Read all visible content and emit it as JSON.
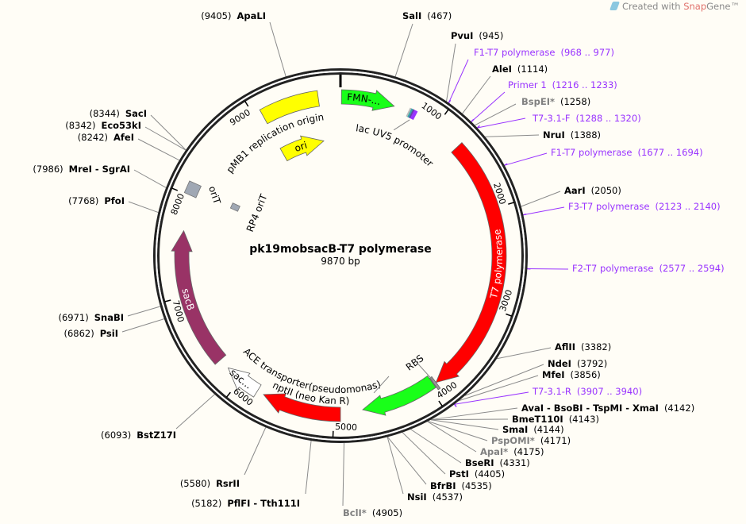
{
  "watermark": {
    "prefix": "Created with ",
    "brand_snap": "Snap",
    "brand_gene": "Gene",
    "tm": "™",
    "icon": "snapgene-logo-icon"
  },
  "plasmid": {
    "name": "pk19mobsacB-T7 polymerase",
    "length": "9870 bp",
    "total_bp": 9870
  },
  "ticks": [
    "1000",
    "2000",
    "3000",
    "4000",
    "5000",
    "6000",
    "7000",
    "8000",
    "9000"
  ],
  "colors": {
    "enzyme": "#000000",
    "enzyme_nonunique": "#808080",
    "primer": "#9933ff",
    "ring": "#222222"
  },
  "features": [
    {
      "label": "FMN-...",
      "start": 10,
      "end": 543,
      "direction": "forward",
      "color": "#19ff19",
      "text_color": "#000000"
    },
    {
      "label": "lac UV5 promoter",
      "start": 700,
      "end": 780,
      "direction": "none",
      "color": "#9933cc",
      "text_color": "#000000"
    },
    {
      "label": "T7 polymerase",
      "start": 1290,
      "end": 3920,
      "direction": "forward",
      "color": "#ff0000",
      "text_color": "#ffffff"
    },
    {
      "label": "RBS",
      "start": 3920,
      "end": 3945,
      "direction": "none",
      "color": "#999999",
      "text_color": "#000000"
    },
    {
      "label": "ACE transporter(pseudomonas)",
      "start": 3950,
      "end": 4710,
      "direction": "forward",
      "color": "#19ff19",
      "text_color": "#000000"
    },
    {
      "label": "nptII (neo Kan R)",
      "start": 4935,
      "end": 5730,
      "direction": "forward",
      "color": "#ff0000",
      "text_color": "#000000"
    },
    {
      "label": "sac...",
      "start": 5800,
      "end": 6170,
      "direction": "forward",
      "color": "#ffffff",
      "text_color": "#000000"
    },
    {
      "label": "sacB",
      "start": 6280,
      "end": 7650,
      "direction": "forward",
      "color": "#993366",
      "text_color": "#ffffff"
    },
    {
      "label": "oriT",
      "start": 8030,
      "end": 8100,
      "direction": "none",
      "color": "#a0a8b4",
      "text_color": "#000000"
    },
    {
      "label": "RP4 oriT",
      "start": 8050,
      "end": 8110,
      "direction": "none",
      "color": "#a0a8b4",
      "text_color": "#000000"
    },
    {
      "label": "pMB1 replication origin",
      "start": 9075,
      "end": 9650,
      "direction": "none",
      "color": "#ffff00",
      "text_color": "#000000"
    },
    {
      "label": "ori",
      "start": 9065,
      "end": 9643,
      "direction": "forward",
      "color": "#ffff00",
      "text_color": "#000000"
    }
  ],
  "sites": [
    {
      "name": "SalI",
      "position": "(467)",
      "type": "enzyme"
    },
    {
      "name": "PvuI",
      "position": "(945)",
      "type": "enzyme"
    },
    {
      "name": "F1-T7 polymerase",
      "position": "(968 .. 977)",
      "type": "primer"
    },
    {
      "name": "AleI",
      "position": "(1114)",
      "type": "enzyme"
    },
    {
      "name": "Primer 1",
      "position": "(1216 .. 1233)",
      "type": "primer"
    },
    {
      "name": "BspEI*",
      "position": "(1258)",
      "type": "enzyme_nonunique"
    },
    {
      "name": "T7-3.1-F",
      "position": "(1288 .. 1320)",
      "type": "primer"
    },
    {
      "name": "NruI",
      "position": "(1388)",
      "type": "enzyme"
    },
    {
      "name": "F1-T7 polymerase",
      "position": "(1677 .. 1694)",
      "type": "primer"
    },
    {
      "name": "AarI",
      "position": "(2050)",
      "type": "enzyme"
    },
    {
      "name": "F3-T7 polymerase",
      "position": "(2123 .. 2140)",
      "type": "primer"
    },
    {
      "name": "F2-T7 polymerase",
      "position": "(2577 .. 2594)",
      "type": "primer"
    },
    {
      "name": "AflII",
      "position": "(3382)",
      "type": "enzyme"
    },
    {
      "name": "NdeI",
      "position": "(3792)",
      "type": "enzyme"
    },
    {
      "name": "MfeI",
      "position": "(3856)",
      "type": "enzyme"
    },
    {
      "name": "T7-3.1-R",
      "position": "(3907 .. 3940)",
      "type": "primer"
    },
    {
      "name": "AvaI - BsoBI - TspMI - XmaI",
      "position": "(4142)",
      "type": "enzyme"
    },
    {
      "name": "BmeT110I",
      "position": "(4143)",
      "type": "enzyme"
    },
    {
      "name": "SmaI",
      "position": "(4144)",
      "type": "enzyme"
    },
    {
      "name": "PspOMI*",
      "position": "(4171)",
      "type": "enzyme_nonunique"
    },
    {
      "name": "ApaI*",
      "position": "(4175)",
      "type": "enzyme_nonunique"
    },
    {
      "name": "BseRI",
      "position": "(4331)",
      "type": "enzyme"
    },
    {
      "name": "PstI",
      "position": "(4405)",
      "type": "enzyme"
    },
    {
      "name": "BfrBI",
      "position": "(4535)",
      "type": "enzyme"
    },
    {
      "name": "NsiI",
      "position": "(4537)",
      "type": "enzyme"
    },
    {
      "name": "BclI*",
      "position": "(4905)",
      "type": "enzyme_nonunique"
    },
    {
      "name": "ApaLI",
      "position": "(9405)",
      "type": "enzyme"
    },
    {
      "name": "SacI",
      "position": "(8344)",
      "type": "enzyme"
    },
    {
      "name": "Eco53kI",
      "position": "(8342)",
      "type": "enzyme"
    },
    {
      "name": "AfeI",
      "position": "(8242)",
      "type": "enzyme"
    },
    {
      "name": "MreI - SgrAI",
      "position": "(7986)",
      "type": "enzyme"
    },
    {
      "name": "PfoI",
      "position": "(7768)",
      "type": "enzyme"
    },
    {
      "name": "SnaBI",
      "position": "(6971)",
      "type": "enzyme"
    },
    {
      "name": "PsiI",
      "position": "(6862)",
      "type": "enzyme"
    },
    {
      "name": "BstZ17I",
      "position": "(6093)",
      "type": "enzyme"
    },
    {
      "name": "RsrII",
      "position": "(5580)",
      "type": "enzyme"
    },
    {
      "name": "PflFI - Tth111I",
      "position": "(5182)",
      "type": "enzyme"
    }
  ]
}
